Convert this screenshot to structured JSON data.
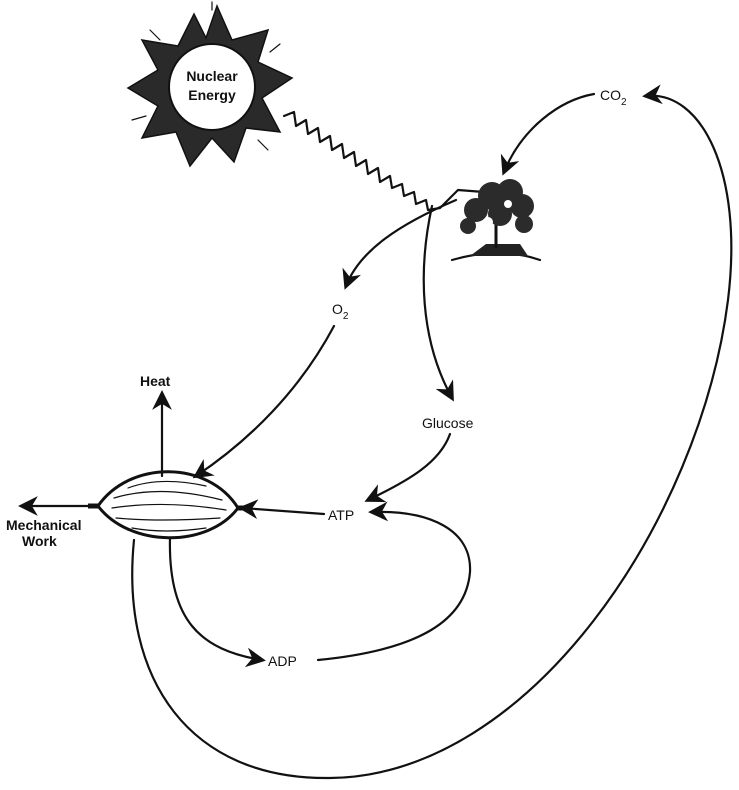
{
  "diagram": {
    "sun": {
      "line1": "Nuclear",
      "line2": "Energy"
    },
    "labels": {
      "co2_base": "CO",
      "co2_sub": "2",
      "o2_base": "O",
      "o2_sub": "2",
      "glucose": "Glucose",
      "atp": "ATP",
      "adp": "ADP",
      "heat": "Heat",
      "mechanical_line1": "Mechanical",
      "mechanical_line2": "Work"
    },
    "icons": {
      "sun": "sun-icon",
      "plant": "tree-icon",
      "muscle": "muscle-icon"
    }
  }
}
